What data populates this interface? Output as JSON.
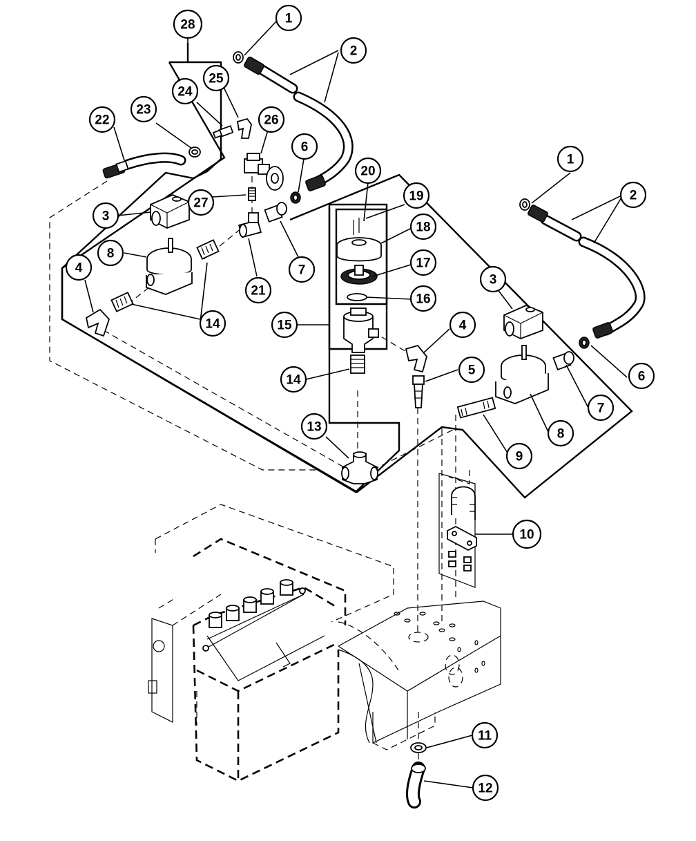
{
  "callouts": {
    "c1a": "1",
    "c2a": "2",
    "c28": "28",
    "c25": "25",
    "c24": "24",
    "c26": "26",
    "c23": "23",
    "c22": "22",
    "c6a": "6",
    "c20": "20",
    "c19": "19",
    "c18": "18",
    "c27": "27",
    "c3a": "3",
    "c8a": "8",
    "c4a": "4",
    "c21": "21",
    "c7a": "7",
    "c17": "17",
    "c16": "16",
    "c14a": "14",
    "c15": "15",
    "c1b": "1",
    "c2b": "2",
    "c3b": "3",
    "c4b": "4",
    "c5": "5",
    "c6b": "6",
    "c7b": "7",
    "c8b": "8",
    "c9": "9",
    "c14b": "14",
    "c13": "13",
    "c10": "10",
    "c11": "11",
    "c12": "12"
  },
  "colors": {
    "line": "#000000",
    "background": "#ffffff"
  }
}
